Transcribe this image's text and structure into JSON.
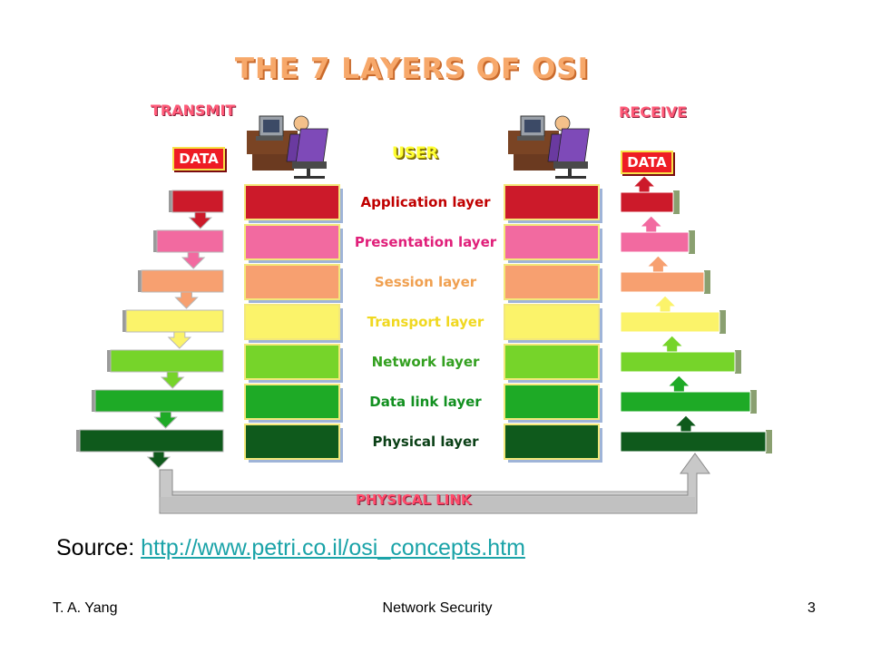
{
  "diagram": {
    "title": "THE 7 LAYERS OF OSI",
    "transmit_label": "TRANSMIT",
    "receive_label": "RECEIVE",
    "user_label": "USER",
    "data_label": "DATA",
    "physical_link_label": "PHYSICAL LINK",
    "layers": [
      {
        "name": "Application layer",
        "color": "#cc1a2a",
        "label_color": "#c00000"
      },
      {
        "name": "Presentation layer",
        "color": "#f26aa0",
        "label_color": "#e0207a"
      },
      {
        "name": "Session layer",
        "color": "#f7a070",
        "label_color": "#f0a050"
      },
      {
        "name": "Transport layer",
        "color": "#fbf36a",
        "label_color": "#f0d820"
      },
      {
        "name": "Network layer",
        "color": "#76d42a",
        "label_color": "#33a020"
      },
      {
        "name": "Data link layer",
        "color": "#1eaa26",
        "label_color": "#129020"
      },
      {
        "name": "Physical layer",
        "color": "#0f5a1c",
        "label_color": "#0a4016"
      }
    ]
  },
  "source": {
    "prefix": "Source: ",
    "link_text": "http://www.petri.co.il/osi_concepts.htm"
  },
  "footer": {
    "author": "T. A. Yang",
    "course": "Network Security",
    "page_number": "3"
  }
}
